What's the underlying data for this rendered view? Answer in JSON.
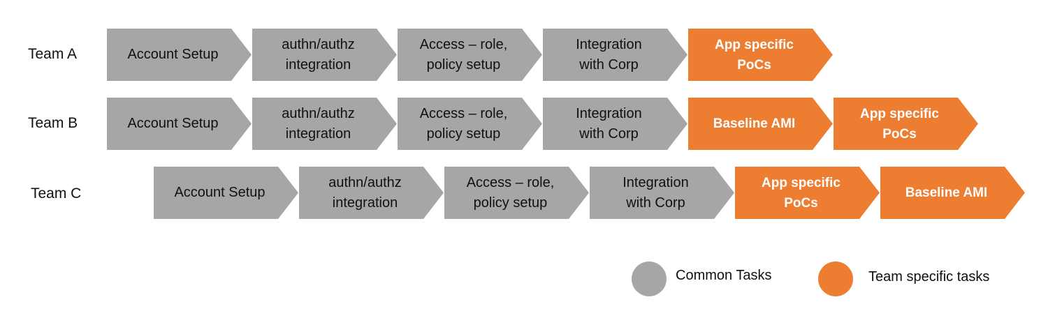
{
  "colors": {
    "common": "#a6a6a6",
    "team_specific": "#ed7d31"
  },
  "teams": [
    {
      "name": "Team A",
      "tasks": [
        {
          "label": "Account Setup",
          "kind": "common"
        },
        {
          "label": "authn/authz\nintegration",
          "kind": "common"
        },
        {
          "label": "Access – role,\npolicy setup",
          "kind": "common"
        },
        {
          "label": "Integration\nwith Corp",
          "kind": "common"
        },
        {
          "label": "App specific\nPoCs",
          "kind": "team_specific"
        }
      ]
    },
    {
      "name": "Team B",
      "tasks": [
        {
          "label": "Account Setup",
          "kind": "common"
        },
        {
          "label": "authn/authz\nintegration",
          "kind": "common"
        },
        {
          "label": "Access – role,\npolicy setup",
          "kind": "common"
        },
        {
          "label": "Integration\nwith Corp",
          "kind": "common"
        },
        {
          "label": "Baseline AMI",
          "kind": "team_specific"
        },
        {
          "label": "App specific\nPoCs",
          "kind": "team_specific"
        }
      ]
    },
    {
      "name": "Team C",
      "tasks": [
        {
          "label": "Account Setup",
          "kind": "common"
        },
        {
          "label": "authn/authz\nintegration",
          "kind": "common"
        },
        {
          "label": "Access – role,\npolicy setup",
          "kind": "common"
        },
        {
          "label": "Integration\nwith Corp",
          "kind": "common"
        },
        {
          "label": "App specific\nPoCs",
          "kind": "team_specific"
        },
        {
          "label": "Baseline AMI",
          "kind": "team_specific"
        }
      ]
    }
  ],
  "legend": {
    "common_label": "Common Tasks",
    "team_label": "Team specific tasks"
  }
}
